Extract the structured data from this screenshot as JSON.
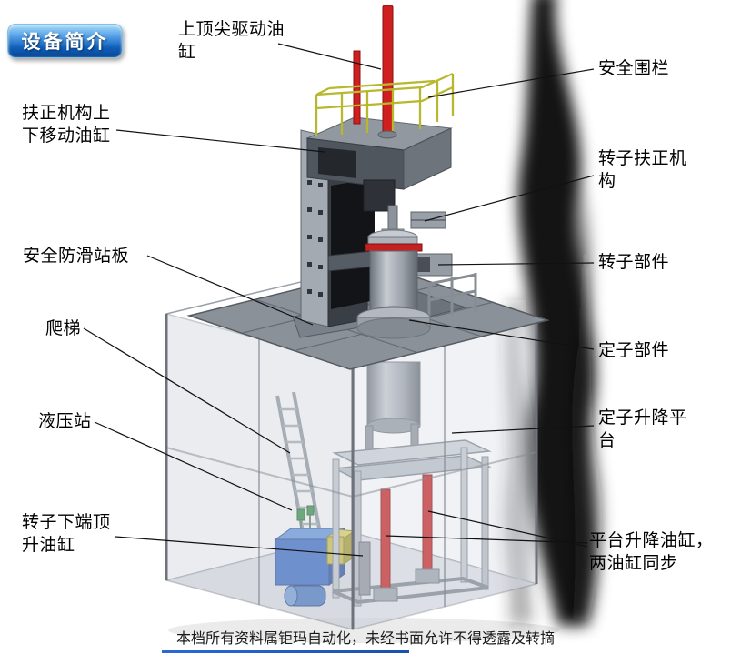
{
  "badge": {
    "label": "设备简介"
  },
  "labels": [
    {
      "id": "top-spindle-drive-cylinder",
      "text": "上顶尖驱动油缸"
    },
    {
      "id": "safety-fence",
      "text": "安全围栏"
    },
    {
      "id": "centering-mechanism-lift-cylinder",
      "text": "扶正机构上下移动油缸"
    },
    {
      "id": "rotor-centering-mechanism",
      "text": "转子扶正机构"
    },
    {
      "id": "safety-antislip-platform",
      "text": "安全防滑站板"
    },
    {
      "id": "rotor-component",
      "text": "转子部件"
    },
    {
      "id": "ladder",
      "text": "爬梯"
    },
    {
      "id": "stator-component",
      "text": "定子部件"
    },
    {
      "id": "hydraulic-station",
      "text": "液压站"
    },
    {
      "id": "stator-lifting-platform",
      "text": "定子升降平台"
    },
    {
      "id": "rotor-lower-jack-cylinder",
      "text": "转子下端顶升油缸"
    },
    {
      "id": "platform-lift-cylinders",
      "text": "平台升降油缸，两油缸同步"
    }
  ],
  "footer": {
    "text": "本档所有资料属钜玛自动化，未经书面允许不得透露及转摘"
  },
  "colors": {
    "badge_blue": "#0d5cb8",
    "cylinder_red": "#d01f1f",
    "railing_yellow": "#b8b82e",
    "hydraulic_blue": "#2f64c4",
    "structure_gray": "#9aa0a8"
  }
}
